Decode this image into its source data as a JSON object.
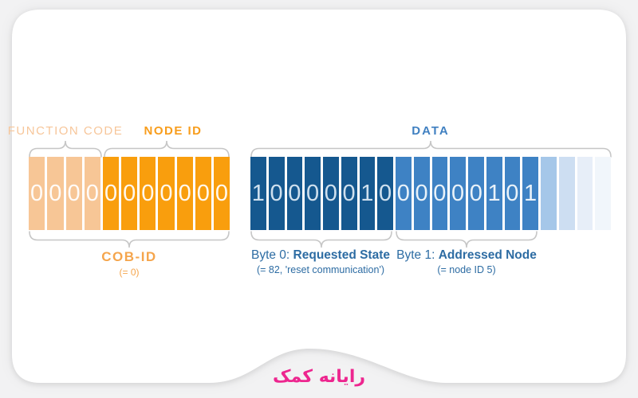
{
  "cob_section": {
    "function_code_label": "FUNCTION CODE",
    "node_id_label": "NODE ID",
    "function_code_bits": [
      "0",
      "0",
      "0",
      "0"
    ],
    "node_id_bits": [
      "0",
      "0",
      "0",
      "0",
      "0",
      "0",
      "0"
    ],
    "cob_id_label": "COB-ID",
    "cob_id_caption": "(= 0)",
    "colors": {
      "function_code_cell": "#f7c696",
      "node_id_cell": "#f99e0d",
      "function_code_label": "#f7c69a",
      "node_id_label": "#f89d1c",
      "cob_id_label": "#f5a54c"
    }
  },
  "data_section": {
    "data_label": "DATA",
    "byte0_bits": [
      "1",
      "0",
      "0",
      "0",
      "0",
      "0",
      "1",
      "0"
    ],
    "byte1_bits": [
      "0",
      "0",
      "0",
      "0",
      "0",
      "1",
      "0",
      "1"
    ],
    "fade_cell_colors": [
      "#a5c7e9",
      "#cddef2",
      "#e7eef8",
      "#f1f6fb"
    ],
    "byte0_label_prefix": "Byte 0:",
    "byte0_label_bold": "Requested State",
    "byte0_caption": "(= 82, 'reset communication')",
    "byte1_label_prefix": "Byte 1:",
    "byte1_label_bold": "Addressed Node",
    "byte1_caption": "(= node ID 5)",
    "colors": {
      "byte0_cell": "#15588f",
      "byte1_cell": "#3e82c4",
      "data_label": "#4080c1",
      "byte_label": "#2d6ca3"
    }
  },
  "footer": {
    "logo_text": "رایانه کمک",
    "logo_color": "#ed268f"
  },
  "background": {
    "page": "#f2f2f3",
    "card": "#ffffff",
    "brace": "#c6c6c6"
  }
}
